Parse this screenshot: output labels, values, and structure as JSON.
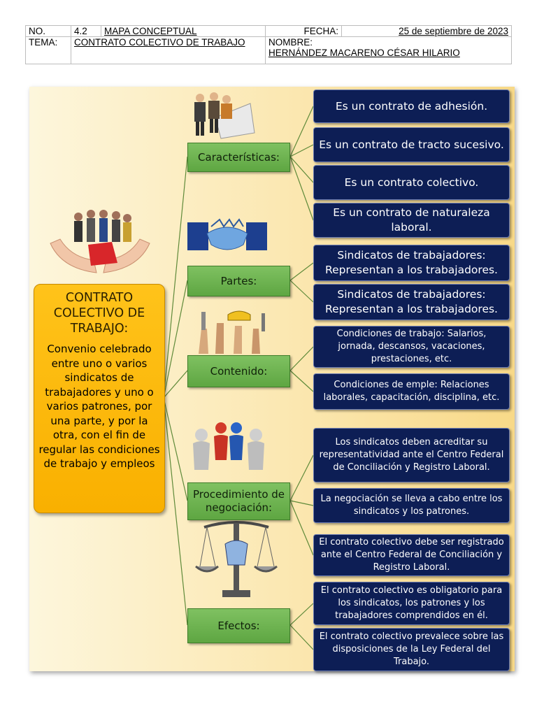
{
  "header": {
    "no_label": "NO.",
    "no_value": "4.2",
    "doc_type": "MAPA CONCEPTUAL",
    "fecha_label": "FECHA:",
    "fecha_value": "25 de septiembre de 2023",
    "tema_label": "TEMA:",
    "tema_value": "CONTRATO COLECTIVO DE TRABAJO",
    "nombre_label": "NOMBRE:",
    "nombre_value": "HERNÁNDEZ MACARENO CÉSAR HILARIO"
  },
  "main": {
    "title": "CONTRATO COLECTIVO DE TRABAJO:",
    "description": "Convenio celebrado entre uno o varios sindicatos de trabajadores y uno o varios patrones, por una parte, y por la otra, con el fin de regular las condiciones de trabajo y empleos"
  },
  "categories": [
    {
      "label": "Características:",
      "icon": "businesspeople-icon",
      "items": [
        "Es un contrato de adhesión.",
        "Es un contrato de tracto sucesivo.",
        "Es un contrato colectivo.",
        "Es un contrato de naturaleza laboral."
      ]
    },
    {
      "label": "Partes:",
      "icon": "handshake-icon",
      "items": [
        "Sindicatos de trabajadores: Representan a los trabajadores.",
        "Sindicatos de trabajadores: Representan a los trabajadores."
      ]
    },
    {
      "label": "Contenido:",
      "icon": "raised-tools-icon",
      "items": [
        "Condiciones de trabajo: Salarios, jornada, descansos, vacaciones, prestaciones, etc.",
        "Condiciones de emple: Relaciones laborales, capacitación, disciplina, etc."
      ]
    },
    {
      "label": "Procedimiento de negociación:",
      "icon": "negotiation-figures-icon",
      "items": [
        "Los sindicatos deben acreditar su representatividad ante el Centro Federal de Conciliación y Registro Laboral.",
        "La negociación se lleva a cabo entre los sindicatos y los patrones.",
        "El contrato colectivo debe ser registrado ante el Centro Federal de Conciliación y Registro Laboral."
      ]
    },
    {
      "label": "Efectos:",
      "icon": "justice-scale-icon",
      "items": [
        "El contrato colectivo es obligatorio para los sindicatos, los patrones y los trabajadores comprendidos en él.",
        "El contrato colectivo prevalece sobre las disposiciones de la Ley Federal del Trabajo."
      ]
    }
  ],
  "main_icon": "workers-in-hands-icon",
  "colors": {
    "main_box": "#f9b000",
    "category_box": "#6bb04e",
    "leaf_box": "#0d1e55",
    "connector": "#5f8a3a"
  }
}
